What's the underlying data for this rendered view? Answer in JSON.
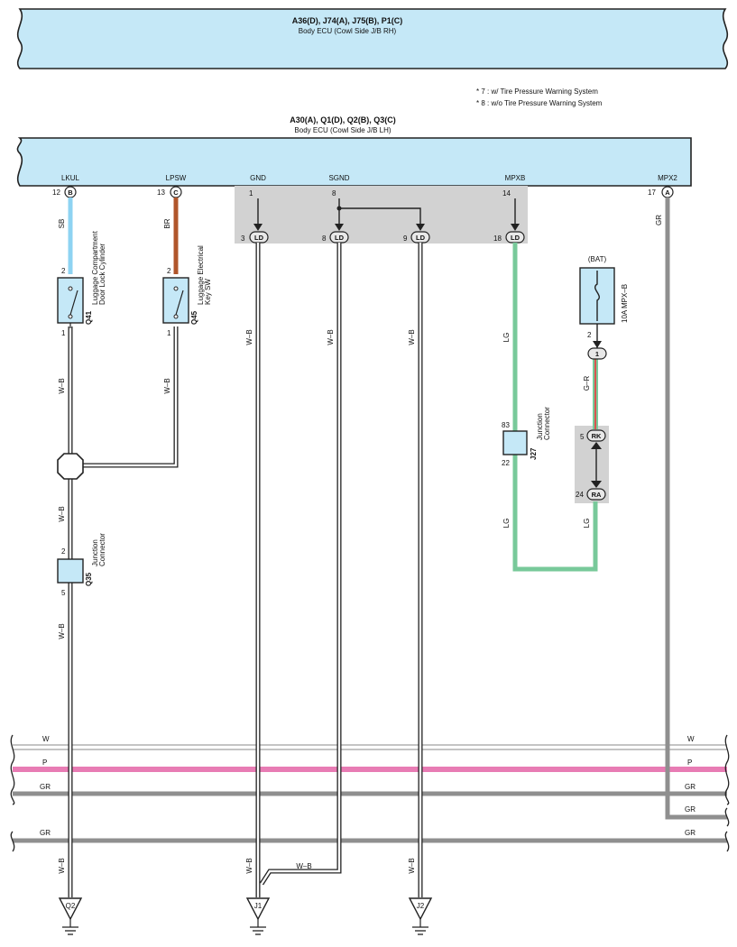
{
  "top_ecu": {
    "code": "A36(D), J74(A), J75(B), P1(C)",
    "name": "Body ECU (Cowl Side J/B RH)"
  },
  "notes": [
    "* 7 : w/ Tire Pressure Warning System",
    "* 8 : w/o Tire Pressure Warning System"
  ],
  "main_ecu": {
    "code": "A30(A), Q1(D), Q2(B), Q3(C)",
    "name": "Body ECU (Cowl Side J/B LH)",
    "terminals": [
      "LKUL",
      "LPSW",
      "GND",
      "SGND",
      "MPXB",
      "MPX2"
    ],
    "pins": [
      {
        "num": "12",
        "conn": "B"
      },
      {
        "num": "13",
        "conn": "C"
      },
      {
        "num": "1"
      },
      {
        "num": "8"
      },
      {
        "num": "14"
      },
      {
        "num": "17",
        "conn": "A"
      }
    ]
  },
  "ld_pins": [
    "3",
    "8",
    "9",
    "18"
  ],
  "ld_label": "LD",
  "wires": {
    "sb": "SB",
    "br": "BR",
    "wb": "W–B",
    "lg": "LG",
    "gr": "GR",
    "gr_r": "G–R"
  },
  "components": {
    "q41": {
      "id": "Q41",
      "line1": "Luggage Compartment",
      "line2": "Door Lock Cylinder",
      "pin_top": "2",
      "pin_bottom": "1"
    },
    "q45": {
      "id": "Q45",
      "line1": "Luggage Electrical",
      "line2": "Key SW",
      "pin_top": "2",
      "pin_bottom": "1"
    },
    "q35": {
      "id": "Q35",
      "line1": "Junction",
      "line2": "Connector",
      "pin_top": "2",
      "pin_bottom": "5"
    },
    "j27": {
      "id": "J27",
      "line1": "Junction",
      "line2": "Connector",
      "pin_top": "83",
      "pin_bottom": "22"
    }
  },
  "fuse": {
    "source": "(BAT)",
    "label": "10A MPX–B",
    "pin": "2",
    "junction": "1"
  },
  "rk": {
    "pin": "5",
    "label": "RK"
  },
  "ra": {
    "pin": "24",
    "label": "RA"
  },
  "bus": {
    "w": "W",
    "p": "P",
    "gr": "GR"
  },
  "grounds": [
    "Q2",
    "J1",
    "J2"
  ],
  "colors": {
    "ecu_fill": "#c5e8f7",
    "sb": "#8ed3f2",
    "br": "#b0562b",
    "lg": "#78c99a",
    "gr": "#8f8f8f",
    "p": "#e87cb4",
    "gray_shade": "#d2d2d2"
  }
}
